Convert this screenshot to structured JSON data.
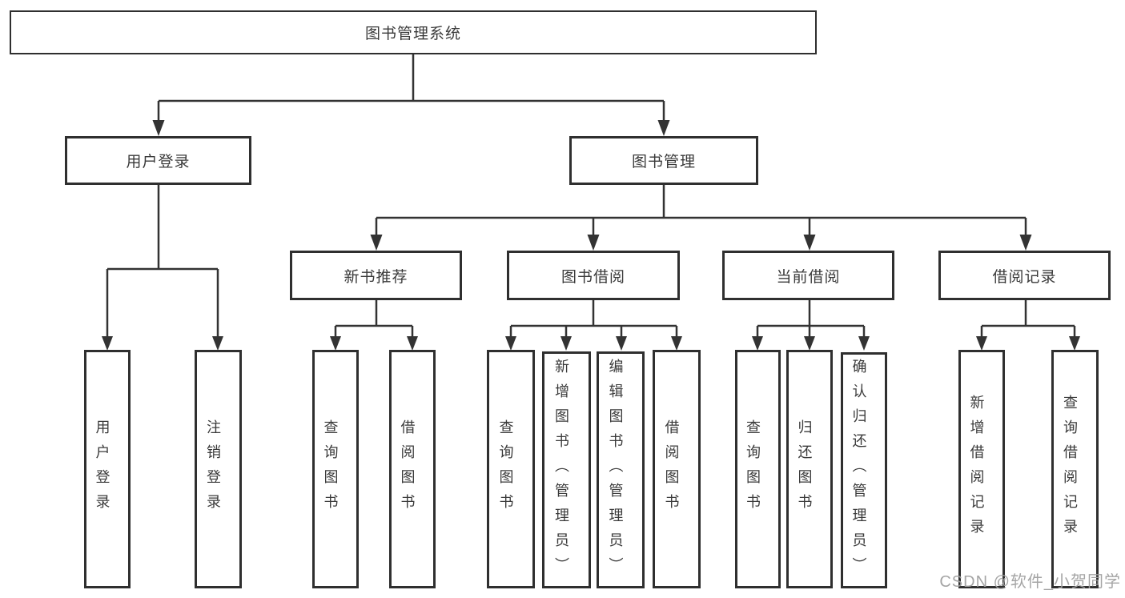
{
  "colors": {
    "background": "#ffffff",
    "line": "#333333",
    "box_border": "#2f2f2f",
    "text": "#3a3a3a",
    "watermark": "#a0a0a0"
  },
  "watermark": "CSDN @软件_小贺同学",
  "tree": {
    "root": "图书管理系统",
    "branches": [
      {
        "label": "用户登录",
        "children": [
          "用户登录",
          "注销登录"
        ]
      },
      {
        "label": "图书管理",
        "sections": [
          {
            "label": "新书推荐",
            "children": [
              "查询图书",
              "借阅图书"
            ]
          },
          {
            "label": "图书借阅",
            "children": [
              "查询图书",
              "新增图书（管理员）",
              "编辑图书（管理员）",
              "借阅图书"
            ]
          },
          {
            "label": "当前借阅",
            "children": [
              "查询图书",
              "归还图书",
              "确认归还（管理员）"
            ]
          },
          {
            "label": "借阅记录",
            "children": [
              "新增借阅记录",
              "查询借阅记录"
            ]
          }
        ]
      }
    ]
  }
}
